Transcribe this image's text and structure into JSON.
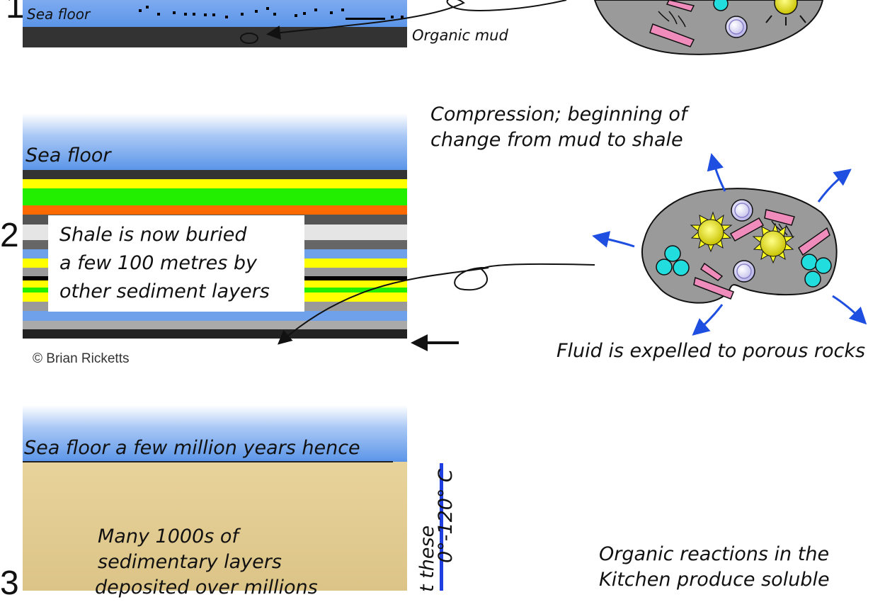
{
  "panel1": {
    "number": "1",
    "sea_floor_label": "Sea floor",
    "mud_label": "Organic mud"
  },
  "panel2": {
    "number": "2",
    "sea_floor_label": "Sea floor",
    "caption_title_line1": "Compression; beginning of",
    "caption_title_line2": "change from mud to shale",
    "buried_line1": "Shale is now buried",
    "buried_line2": "a few 100 metres by",
    "buried_line3": "other sediment layers",
    "fluid_label": "Fluid is expelled to porous rocks",
    "copyright": "© Brian Ricketts"
  },
  "panel3": {
    "number": "3",
    "sea_floor_label": "Sea floor a few million years hence",
    "layers_line1": "Many 1000s of",
    "layers_line2": "sedimentary layers",
    "layers_line3": "deposited over millions",
    "temp_label": "0°-120° C",
    "temp_side_label": "t these",
    "reactions_line1": "Organic reactions in the",
    "reactions_line2": "Kitchen produce soluble"
  },
  "colors": {
    "sea": "#5b95e8",
    "mud": "#333333",
    "sand": "#e2c890",
    "arrow_blue": "#1f4fe0",
    "particle_gray": "#9a9a9a"
  }
}
